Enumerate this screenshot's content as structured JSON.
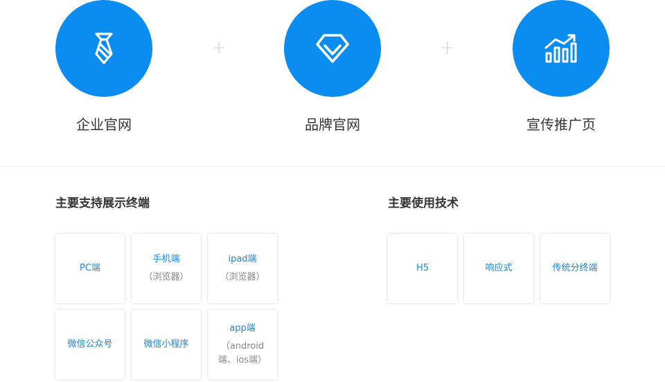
{
  "features": [
    {
      "icon": "tie-icon",
      "label": "企业官网"
    },
    {
      "icon": "diamond-icon",
      "label": "品牌官网"
    },
    {
      "icon": "growth-chart-icon",
      "label": "宣传推广页"
    }
  ],
  "plus_symbol": "+",
  "colors": {
    "accent": "#0b8cf0",
    "card_text": "#1a86d8",
    "sub_text": "#888888"
  },
  "terminals": {
    "title": "主要支持展示终端",
    "items": [
      {
        "label": "PC端",
        "sub": ""
      },
      {
        "label": "手机端",
        "sub": "（浏览器）"
      },
      {
        "label": "ipad端",
        "sub": "（浏览器）"
      },
      {
        "label": "微信公众号",
        "sub": ""
      },
      {
        "label": "微信小程序",
        "sub": ""
      },
      {
        "label": "app端",
        "sub": "（android端、ios端）"
      }
    ]
  },
  "tech": {
    "title": "主要使用技术",
    "items": [
      {
        "label": "H5"
      },
      {
        "label": "响应式"
      },
      {
        "label": "传统分终端"
      }
    ]
  }
}
